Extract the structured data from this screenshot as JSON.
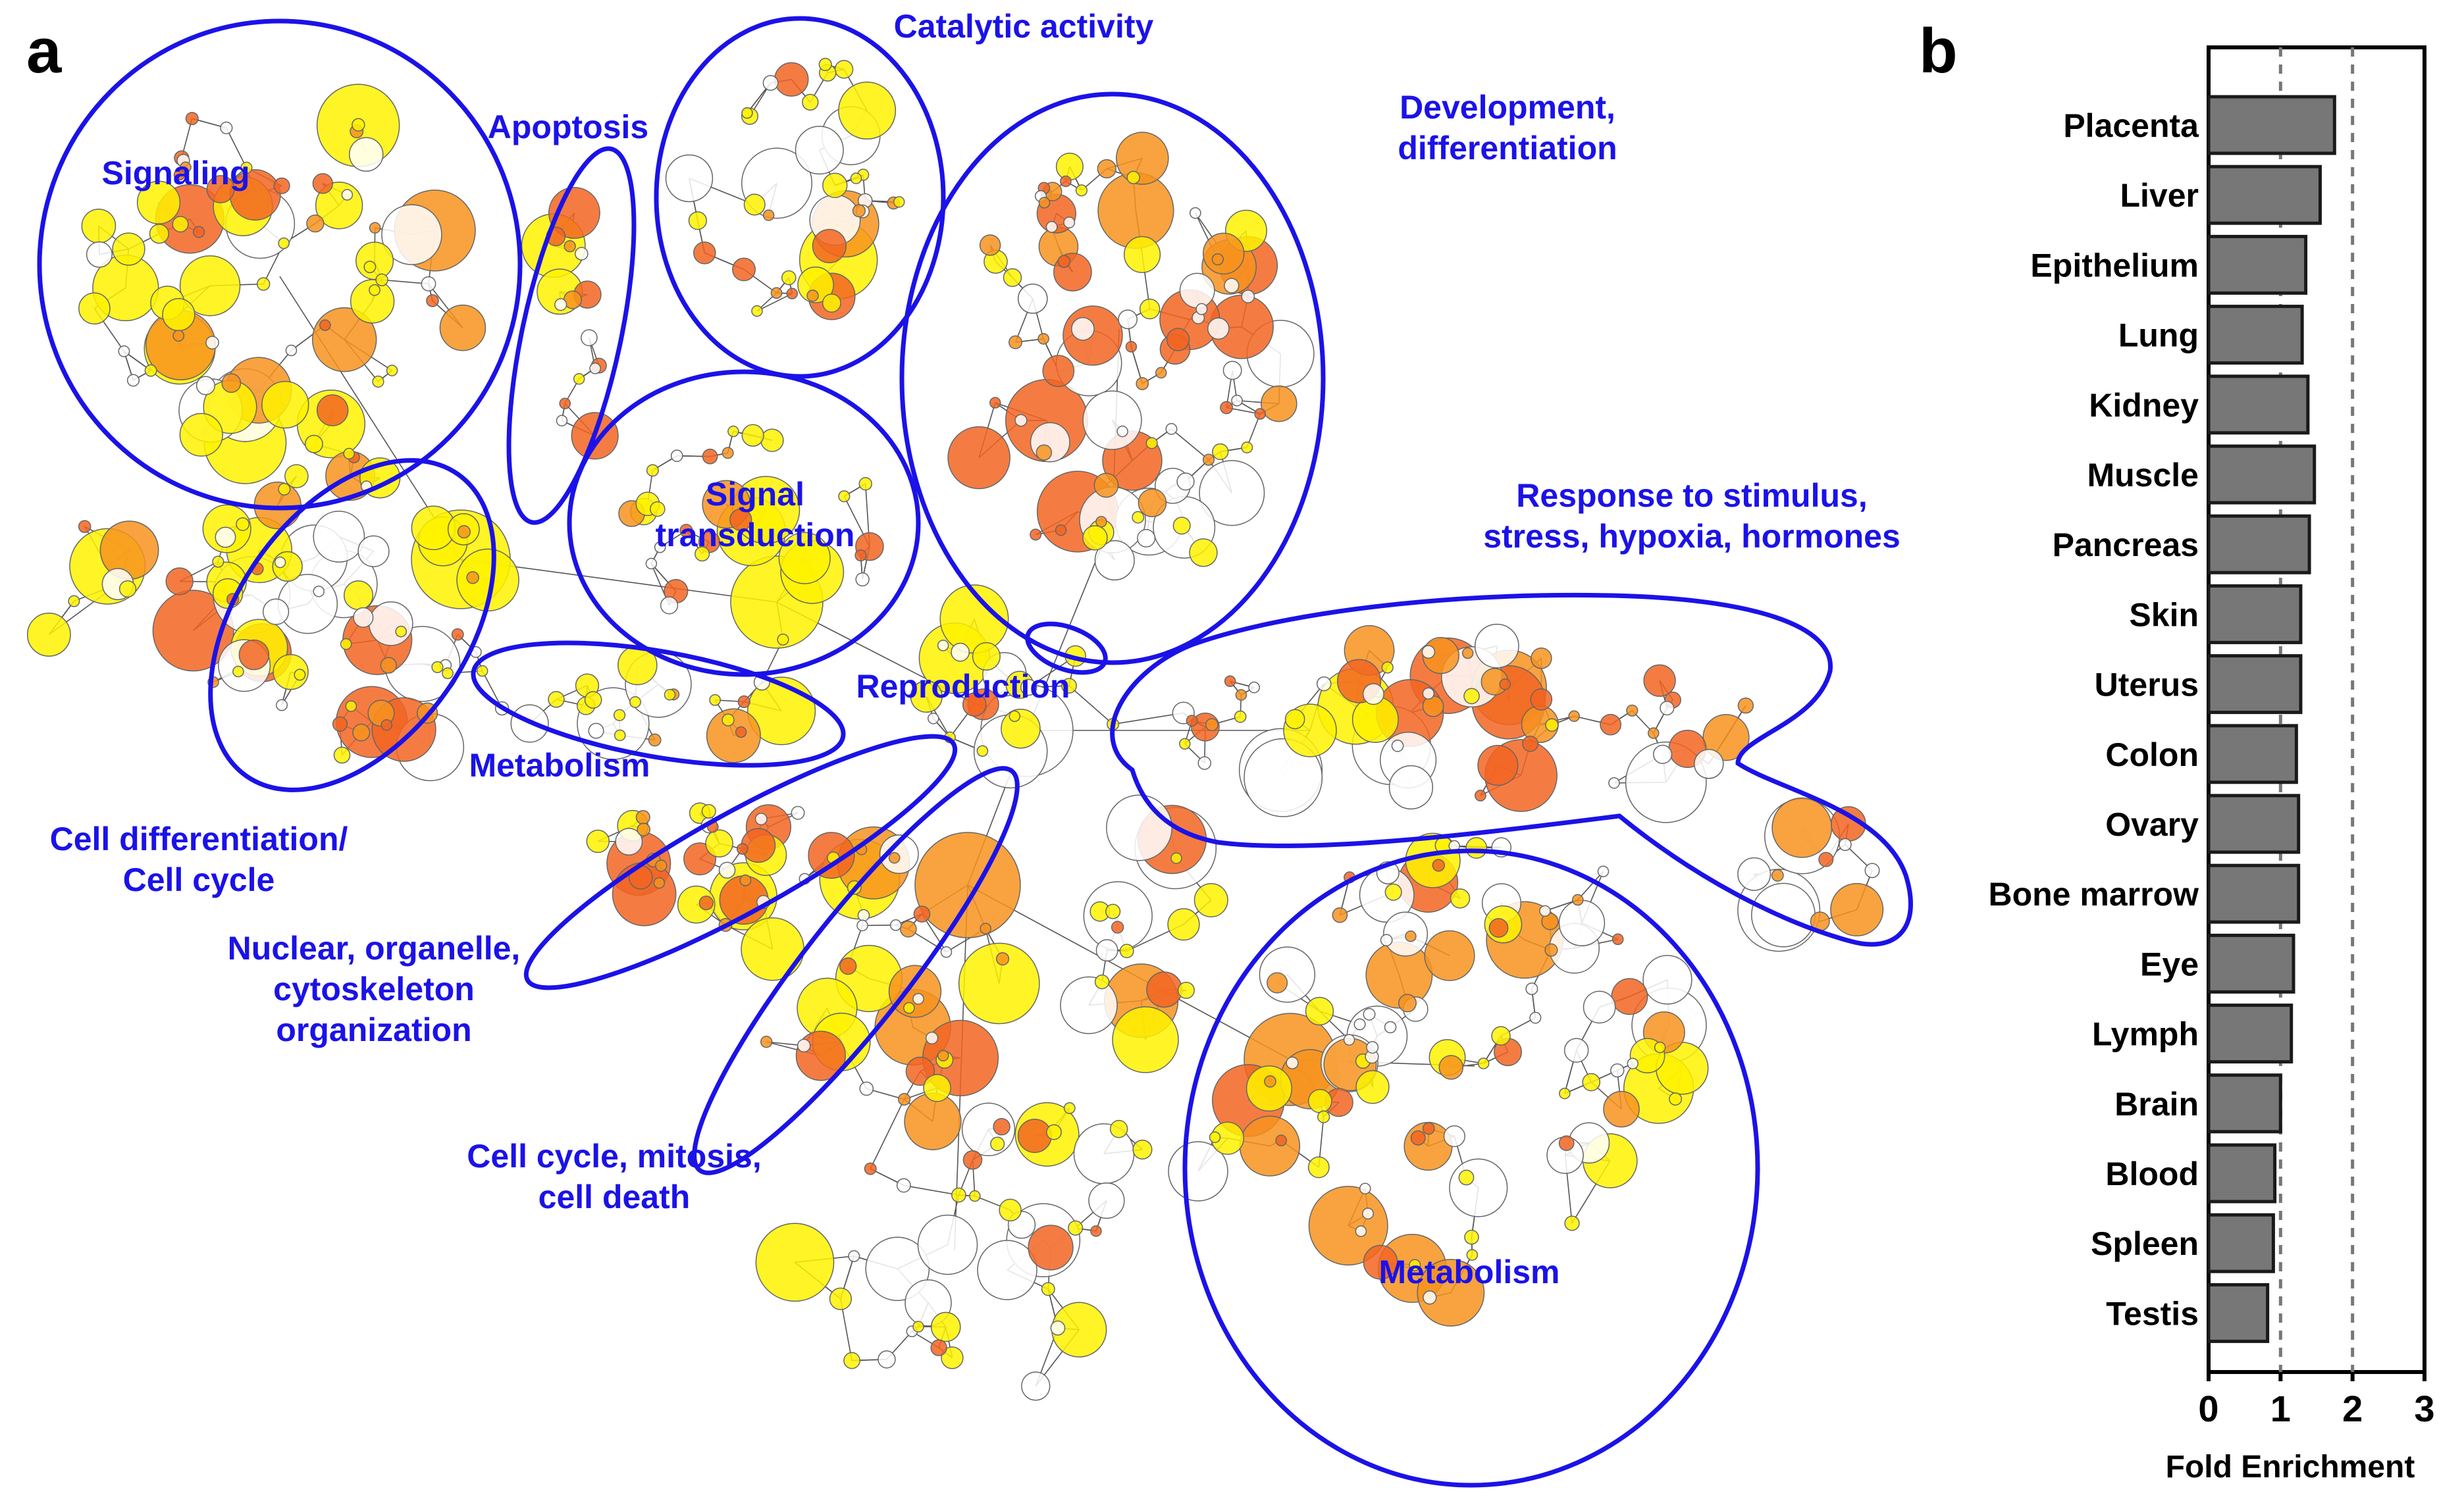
{
  "panel_a": {
    "letter": "a",
    "cluster_labels": [
      {
        "key": "signaling",
        "lines": [
          "Signaling"
        ]
      },
      {
        "key": "apoptosis",
        "lines": [
          "Apoptosis"
        ]
      },
      {
        "key": "catalytic",
        "lines": [
          "Catalytic activity"
        ]
      },
      {
        "key": "development",
        "lines": [
          "Development,",
          "differentiation"
        ]
      },
      {
        "key": "signal_transduction",
        "lines": [
          "Signal",
          "transduction"
        ]
      },
      {
        "key": "response",
        "lines": [
          "Response to stimulus,",
          "stress, hypoxia, hormones"
        ]
      },
      {
        "key": "reproduction",
        "lines": [
          "Reproduction"
        ]
      },
      {
        "key": "metabolism_left",
        "lines": [
          "Metabolism"
        ]
      },
      {
        "key": "cell_diff",
        "lines": [
          "Cell differentiation/",
          "Cell cycle"
        ]
      },
      {
        "key": "nuclear",
        "lines": [
          "Nuclear, organelle,",
          "cytoskeleton",
          "organization"
        ]
      },
      {
        "key": "cell_cycle_mitosis",
        "lines": [
          "Cell cycle, mitosis,",
          "cell death"
        ]
      },
      {
        "key": "metabolism_right",
        "lines": [
          "Metabolism"
        ]
      }
    ],
    "colors": {
      "outline": "#1b12e8",
      "label": "#1b12e8",
      "node_yellow": "#fff200",
      "node_orange": "#f7931e",
      "node_dark_orange": "#f26522",
      "node_white": "#ffffff",
      "edge": "#555555"
    }
  },
  "panel_b": {
    "letter": "b",
    "chart_data": {
      "type": "bar",
      "orientation": "horizontal",
      "categories": [
        "Placenta",
        "Liver",
        "Epithelium",
        "Lung",
        "Kidney",
        "Muscle",
        "Pancreas",
        "Skin",
        "Uterus",
        "Colon",
        "Ovary",
        "Bone marrow",
        "Eye",
        "Lymph",
        "Brain",
        "Blood",
        "Spleen",
        "Testis"
      ],
      "values": [
        1.75,
        1.55,
        1.35,
        1.3,
        1.38,
        1.47,
        1.4,
        1.28,
        1.28,
        1.22,
        1.25,
        1.25,
        1.18,
        1.15,
        1.0,
        0.92,
        0.9,
        0.82
      ],
      "xlabel": "Fold Enrichment",
      "xlim": [
        0,
        3
      ],
      "xticks": [
        "0",
        "1",
        "2",
        "3"
      ],
      "reference_lines": [
        1,
        2
      ],
      "bar_color": "#777777",
      "grid": false
    }
  }
}
